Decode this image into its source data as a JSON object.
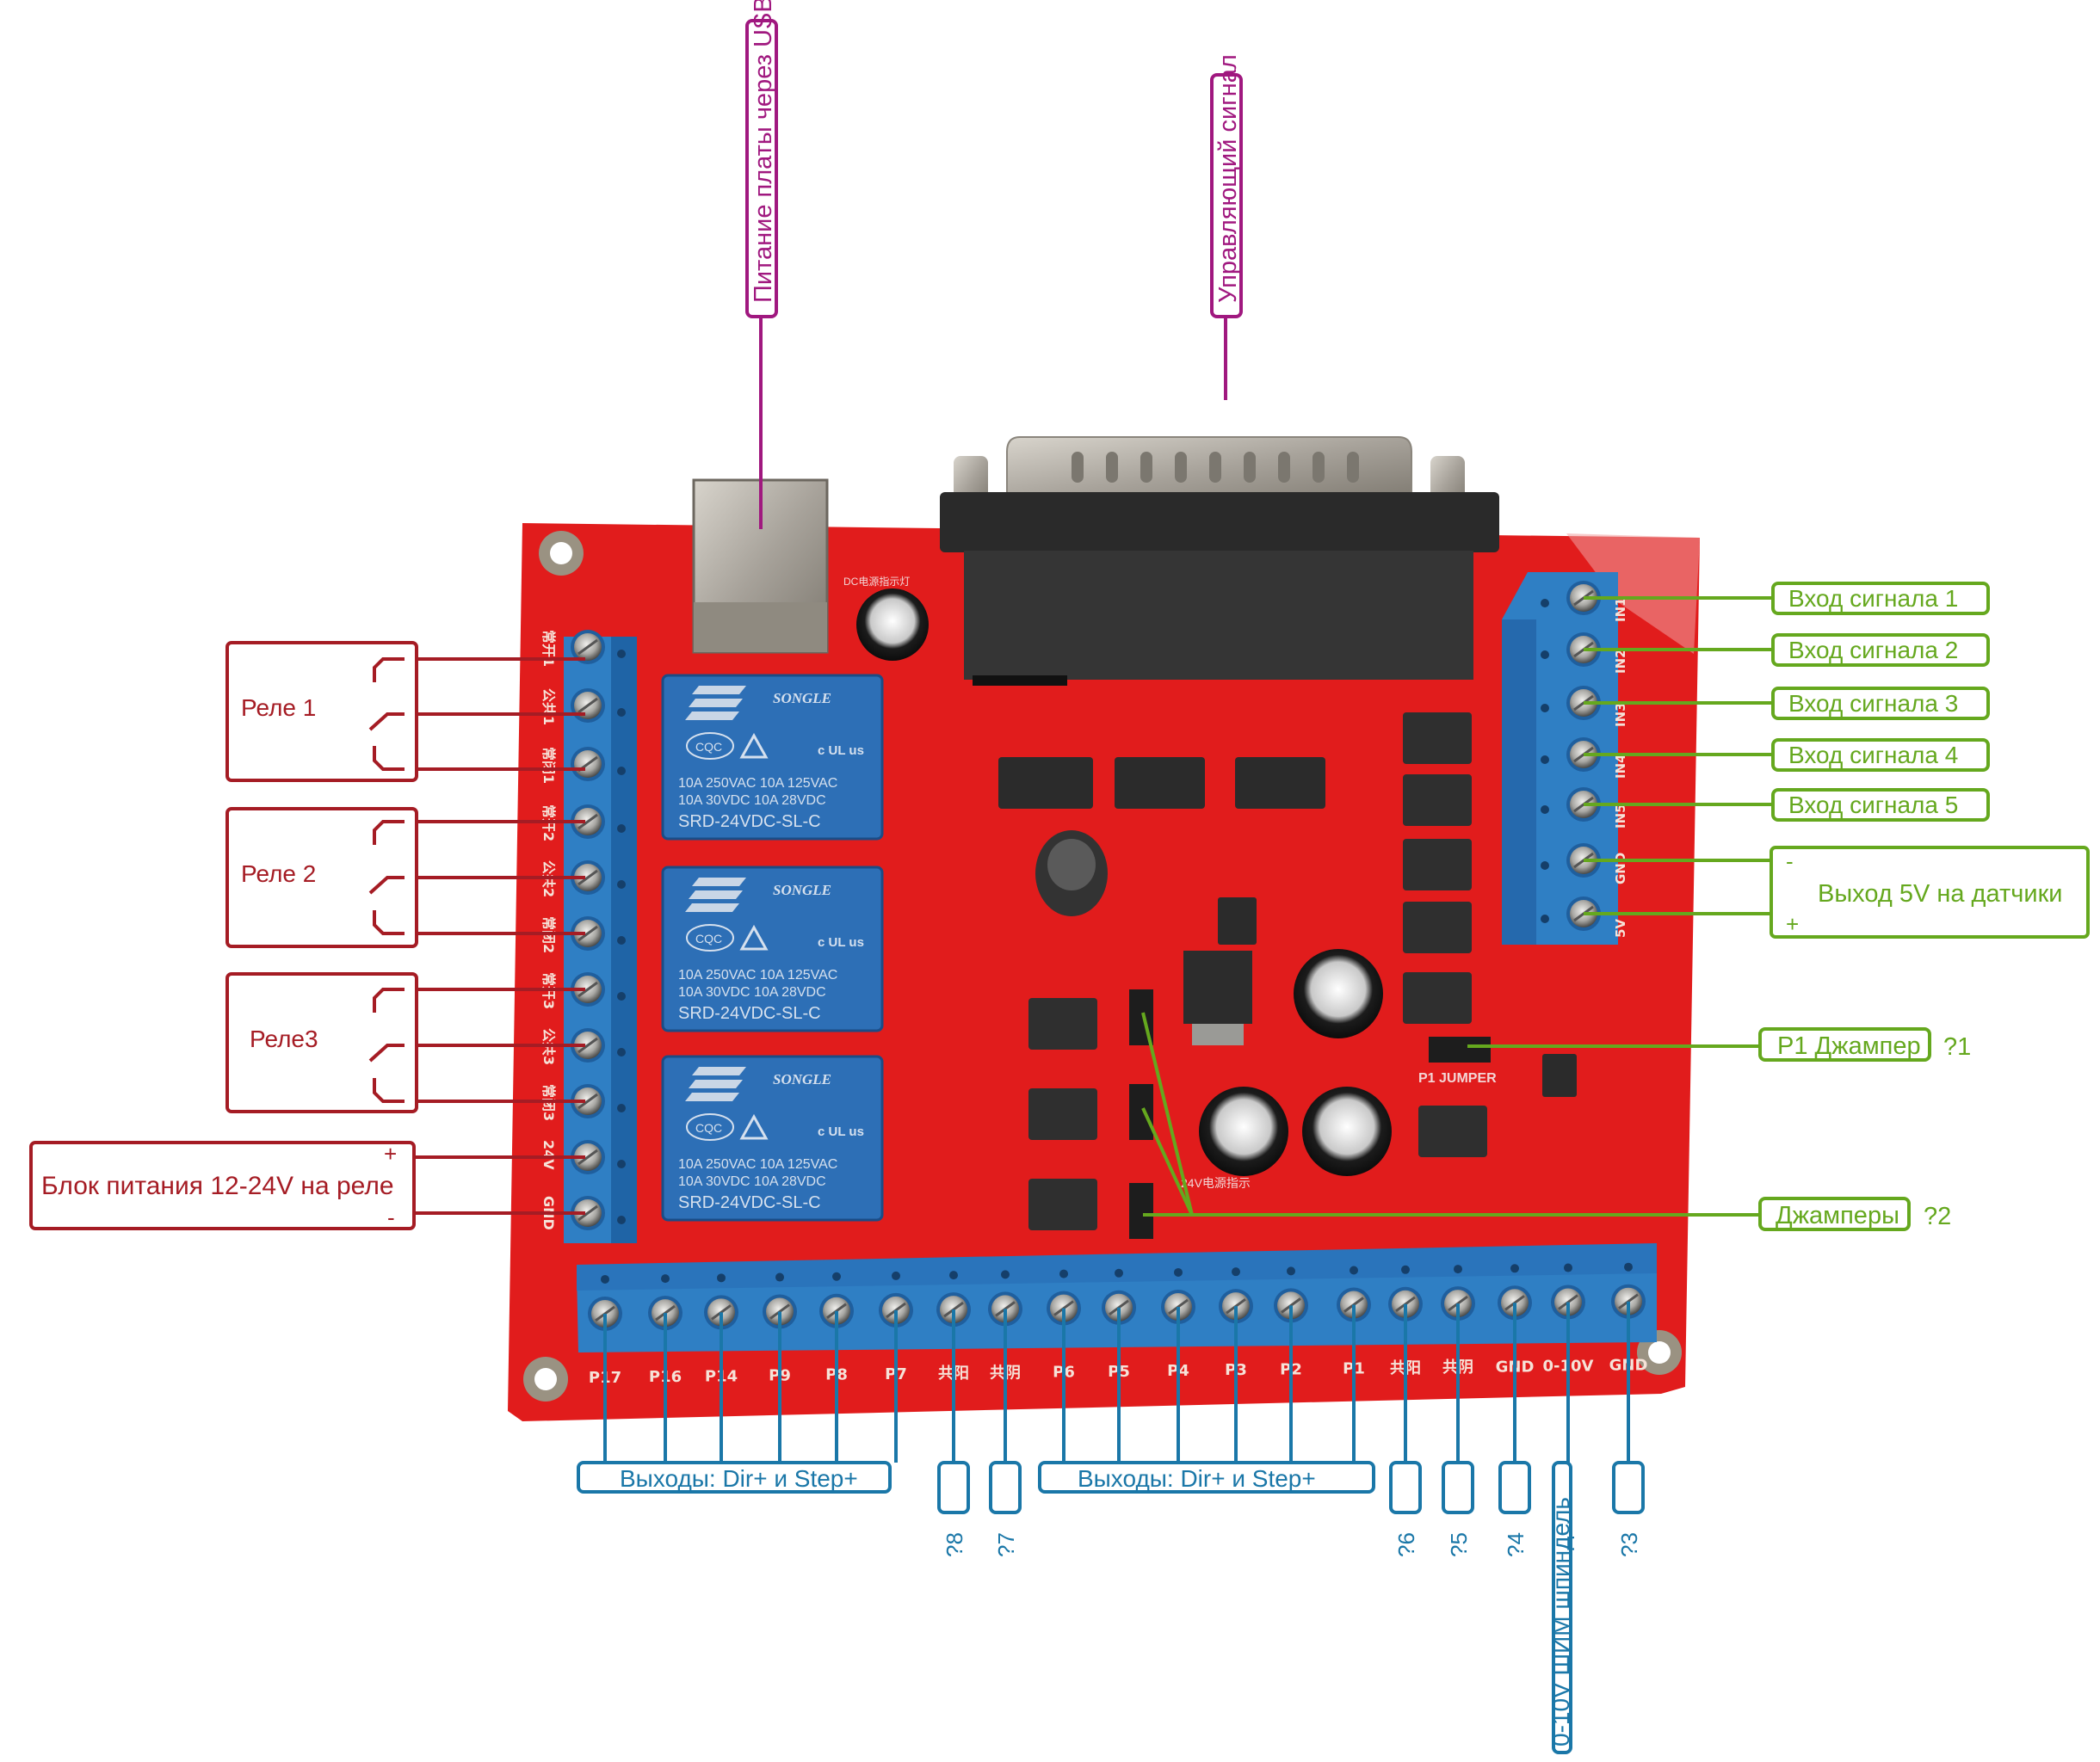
{
  "colors": {
    "relay_annot": "#a51c24",
    "top_annot": "#a0187f",
    "right_annot": "#65a81e",
    "bottom_annot": "#1a77a8",
    "pcb": "#e51a1a",
    "terminal": "#2f7fc4",
    "relay_body": "#2d6fb6"
  },
  "top_labels": {
    "usb": "Питание платы через USB",
    "control": "Управляющий сигнал"
  },
  "relays": [
    {
      "label": "Реле 1"
    },
    {
      "label": "Реле 2"
    },
    {
      "label": "Реле3"
    }
  ],
  "power": {
    "label": "Блок питания 12-24V на реле",
    "plus": "+",
    "minus": "-"
  },
  "right_labels": {
    "inputs": [
      "Вход сигнала 1",
      "Вход сигнала 2",
      "Вход сигнала 3",
      "Вход сигнала 4",
      "Вход сигнала 5"
    ],
    "sensor_out": {
      "label": "Выход 5V на датчики",
      "minus": "-",
      "plus": "+"
    },
    "p1_jumper": {
      "label": "P1 Джампер",
      "note": "?1"
    },
    "jumpers": {
      "label": "Джамперы",
      "note": "?2"
    }
  },
  "bottom_labels": {
    "outputs_left": "Выходы: Dir+ и Step+",
    "outputs_right": "Выходы: Dir+ и Step+",
    "notes": [
      "?8",
      "?7",
      "?6",
      "?5",
      "?4",
      "?3"
    ],
    "spindle": "0-10V ШИМ шпиндель"
  },
  "board": {
    "left_terminal_silk": [
      "常开1",
      "公共1",
      "常闭1",
      "常开2",
      "公共2",
      "常闭2",
      "常开3",
      "公共3",
      "常闭3",
      "24V",
      "GND"
    ],
    "right_terminal_silk": [
      "IN1",
      "IN2",
      "IN3",
      "IN4",
      "IN5",
      "GND",
      "5V"
    ],
    "bottom_terminal_silk": [
      "P17",
      "P16",
      "P14",
      "P9",
      "P8",
      "P7",
      "共阳",
      "共阴",
      "P6",
      "P5",
      "P4",
      "P3",
      "P2",
      "P1",
      "共阳",
      "共阴",
      "GND",
      "0-10V",
      "GND"
    ],
    "relay": {
      "brand": "SONGLE",
      "cert_left": "CQC",
      "cert_right_c": "c",
      "cert_right_us": "us",
      "rating_line1": "10A 250VAC  10A 125VAC",
      "rating_line2": "10A 30VDC  10A 28VDC",
      "model": "SRD-24VDC-SL-C"
    },
    "silk_p1_jumper": "P1 JUMPER",
    "silk_24v": "24V电源指示",
    "silk_dc": "DC电源指示灯"
  }
}
